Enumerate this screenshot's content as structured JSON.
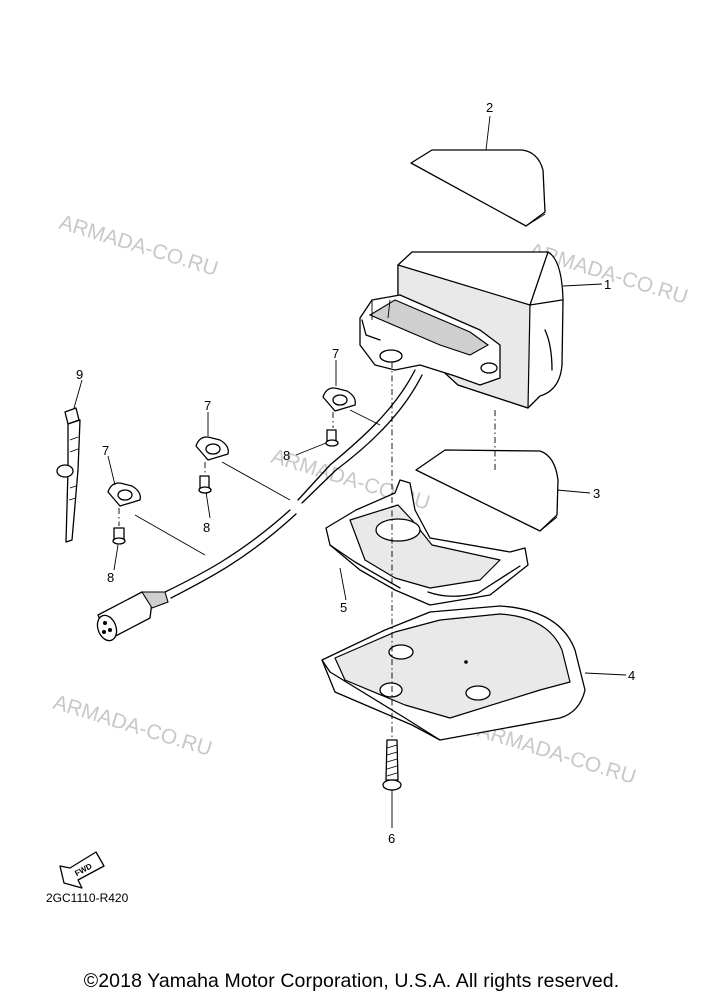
{
  "watermarks": [
    "ARMADA-CO.RU",
    "ARMADA-CO.RU",
    "ARMADA-CO.RU",
    "ARMADA-CO.RU",
    "ARMADA-CO.RU"
  ],
  "callouts": {
    "c1": "1",
    "c2": "2",
    "c3": "3",
    "c4": "4",
    "c5": "5",
    "c6": "6",
    "c7a": "7",
    "c7b": "7",
    "c7c": "7",
    "c8a": "8",
    "c8b": "8",
    "c8c": "8",
    "c9": "9"
  },
  "fwd_label": "FWD",
  "part_code": "2GC1110-R420",
  "copyright": "©2018 Yamaha Motor Corporation, U.S.A. All rights reserved."
}
